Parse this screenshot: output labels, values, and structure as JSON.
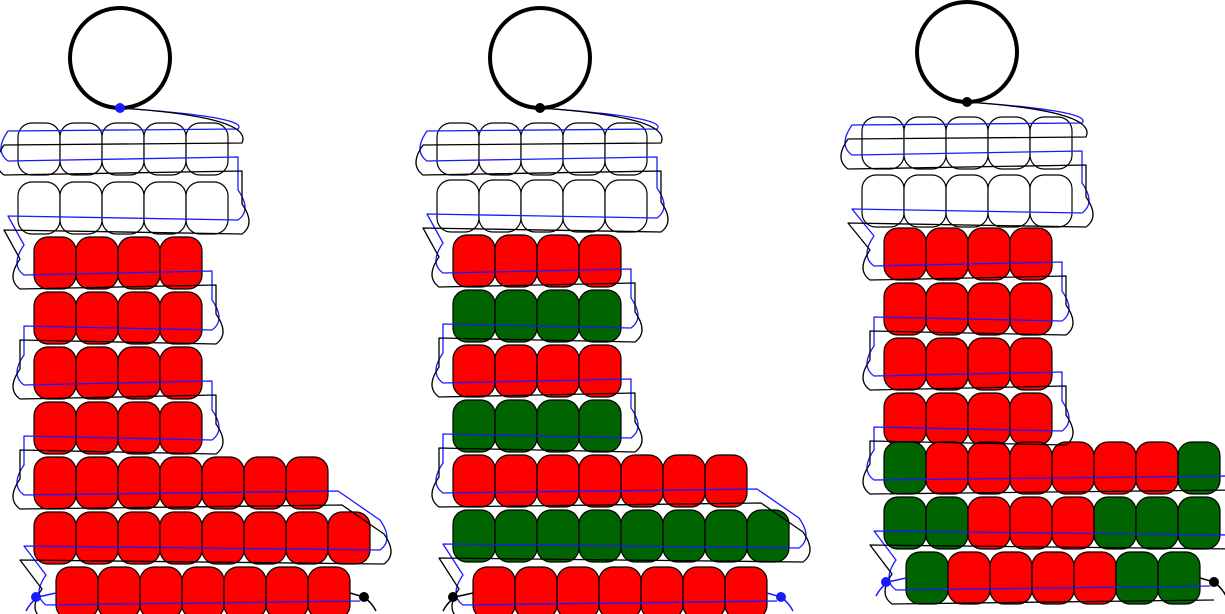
{
  "colors": {
    "background": "#ffffff",
    "bead_white": "#ffffff",
    "bead_red": "#ff0000",
    "bead_green": "#006400",
    "outline": "#000000",
    "thread_blue": "#1a1aff",
    "thread_black": "#000000"
  },
  "stockings": [
    {
      "id": "stocking-1",
      "rows": [
        "wwwww",
        "wwwww",
        "rrrr",
        "rrrr",
        "rrrr",
        "rrrr",
        "rrrrrrr",
        "rrrrrrrr",
        "rrrrrrr"
      ],
      "left_thread_end": "blue",
      "right_thread_end": "black",
      "ring_knot": "blue"
    },
    {
      "id": "stocking-2",
      "rows": [
        "wwwww",
        "wwwww",
        "rrrr",
        "gggg",
        "rrrr",
        "gggg",
        "rrrrrrr",
        "gggggggg",
        "rrrrrrr"
      ],
      "left_thread_end": "black",
      "right_thread_end": "blue",
      "ring_knot": "black"
    },
    {
      "id": "stocking-3",
      "rows": [
        "wwwww",
        "wwwww",
        "rrrr",
        "rrrr",
        "rrrr",
        "rrrr",
        "grrrrrrg",
        "ggrrrggg",
        "grrrrgg"
      ],
      "left_thread_end": "blue",
      "right_thread_end": "black",
      "ring_knot": "black"
    }
  ]
}
